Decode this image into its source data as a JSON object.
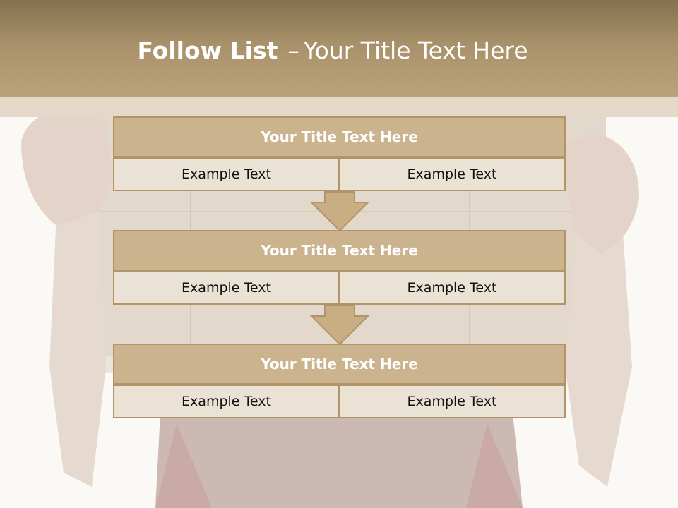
{
  "slide": {
    "title_bold": "Follow List",
    "title_sep": "–",
    "title_rest": "Your Title Text Here"
  },
  "steps": [
    {
      "title": "Your Title Text Here",
      "left": "Example Text",
      "right": "Example Text"
    },
    {
      "title": "Your Title Text Here",
      "left": "Example Text",
      "right": "Example Text"
    },
    {
      "title": "Your Title Text Here",
      "left": "Example Text",
      "right": "Example Text"
    }
  ],
  "colors": {
    "header": "#a8916a",
    "title_fill": "#cbb38d",
    "cell_fill": "#ebe2d6",
    "border": "#b39468",
    "arrow_fill": "#c9ae84"
  }
}
